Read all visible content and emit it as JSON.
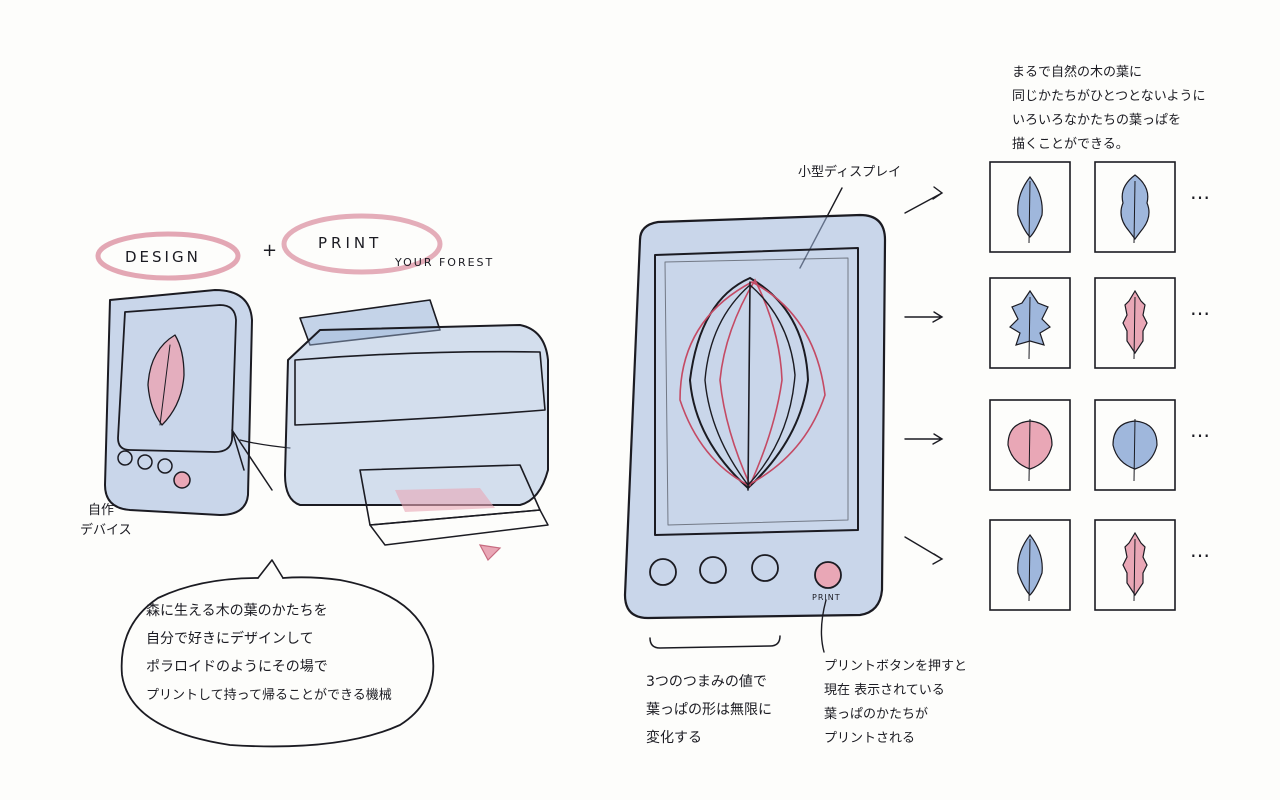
{
  "title": {
    "design": "DESIGN",
    "plus": "+",
    "print": "PRINT",
    "subtitle": "YOUR FOREST"
  },
  "left": {
    "device_label": [
      "自作",
      "デバイス"
    ],
    "bubble_lines": [
      "森に生える木の葉のかたちを",
      "自分で好きにデザインして",
      "ポラロイドのようにその場で",
      "プリントして持って帰ることができる機械"
    ]
  },
  "right": {
    "display_label": "小型ディスプレイ",
    "print_button_label": "PRINT",
    "knob_note": [
      "3つのつまみの値で",
      "葉っぱの形は無限に",
      "変化する"
    ],
    "button_note": [
      "プリントボタンを押すと",
      "現在 表示されている",
      "葉っぱのかたちが",
      "プリントされる"
    ],
    "grid_note": [
      "まるで自然の木の葉に",
      "同じかたちがひとつとないように",
      "いろいろなかたちの葉っぱを",
      "描くことができる。"
    ],
    "ellipsis": "…",
    "rows": [
      {
        "cards": [
          {
            "leaf": "oval",
            "color": "#9fb7dc"
          },
          {
            "leaf": "lobed",
            "color": "#9fb7dc"
          }
        ]
      },
      {
        "cards": [
          {
            "leaf": "maple",
            "color": "#9fb7dc"
          },
          {
            "leaf": "serrated",
            "color": "#e9a7b6"
          }
        ]
      },
      {
        "cards": [
          {
            "leaf": "round",
            "color": "#e9a7b6"
          },
          {
            "leaf": "round",
            "color": "#9fb7dc"
          }
        ]
      },
      {
        "cards": [
          {
            "leaf": "oval",
            "color": "#9fb7dc"
          },
          {
            "leaf": "serrated",
            "color": "#e9a7b6"
          }
        ]
      }
    ]
  },
  "colors": {
    "ink": "#1b1b22",
    "blue": "#9fb7dc",
    "pink": "#e9a7b6",
    "paper": "#fdfdfb"
  }
}
